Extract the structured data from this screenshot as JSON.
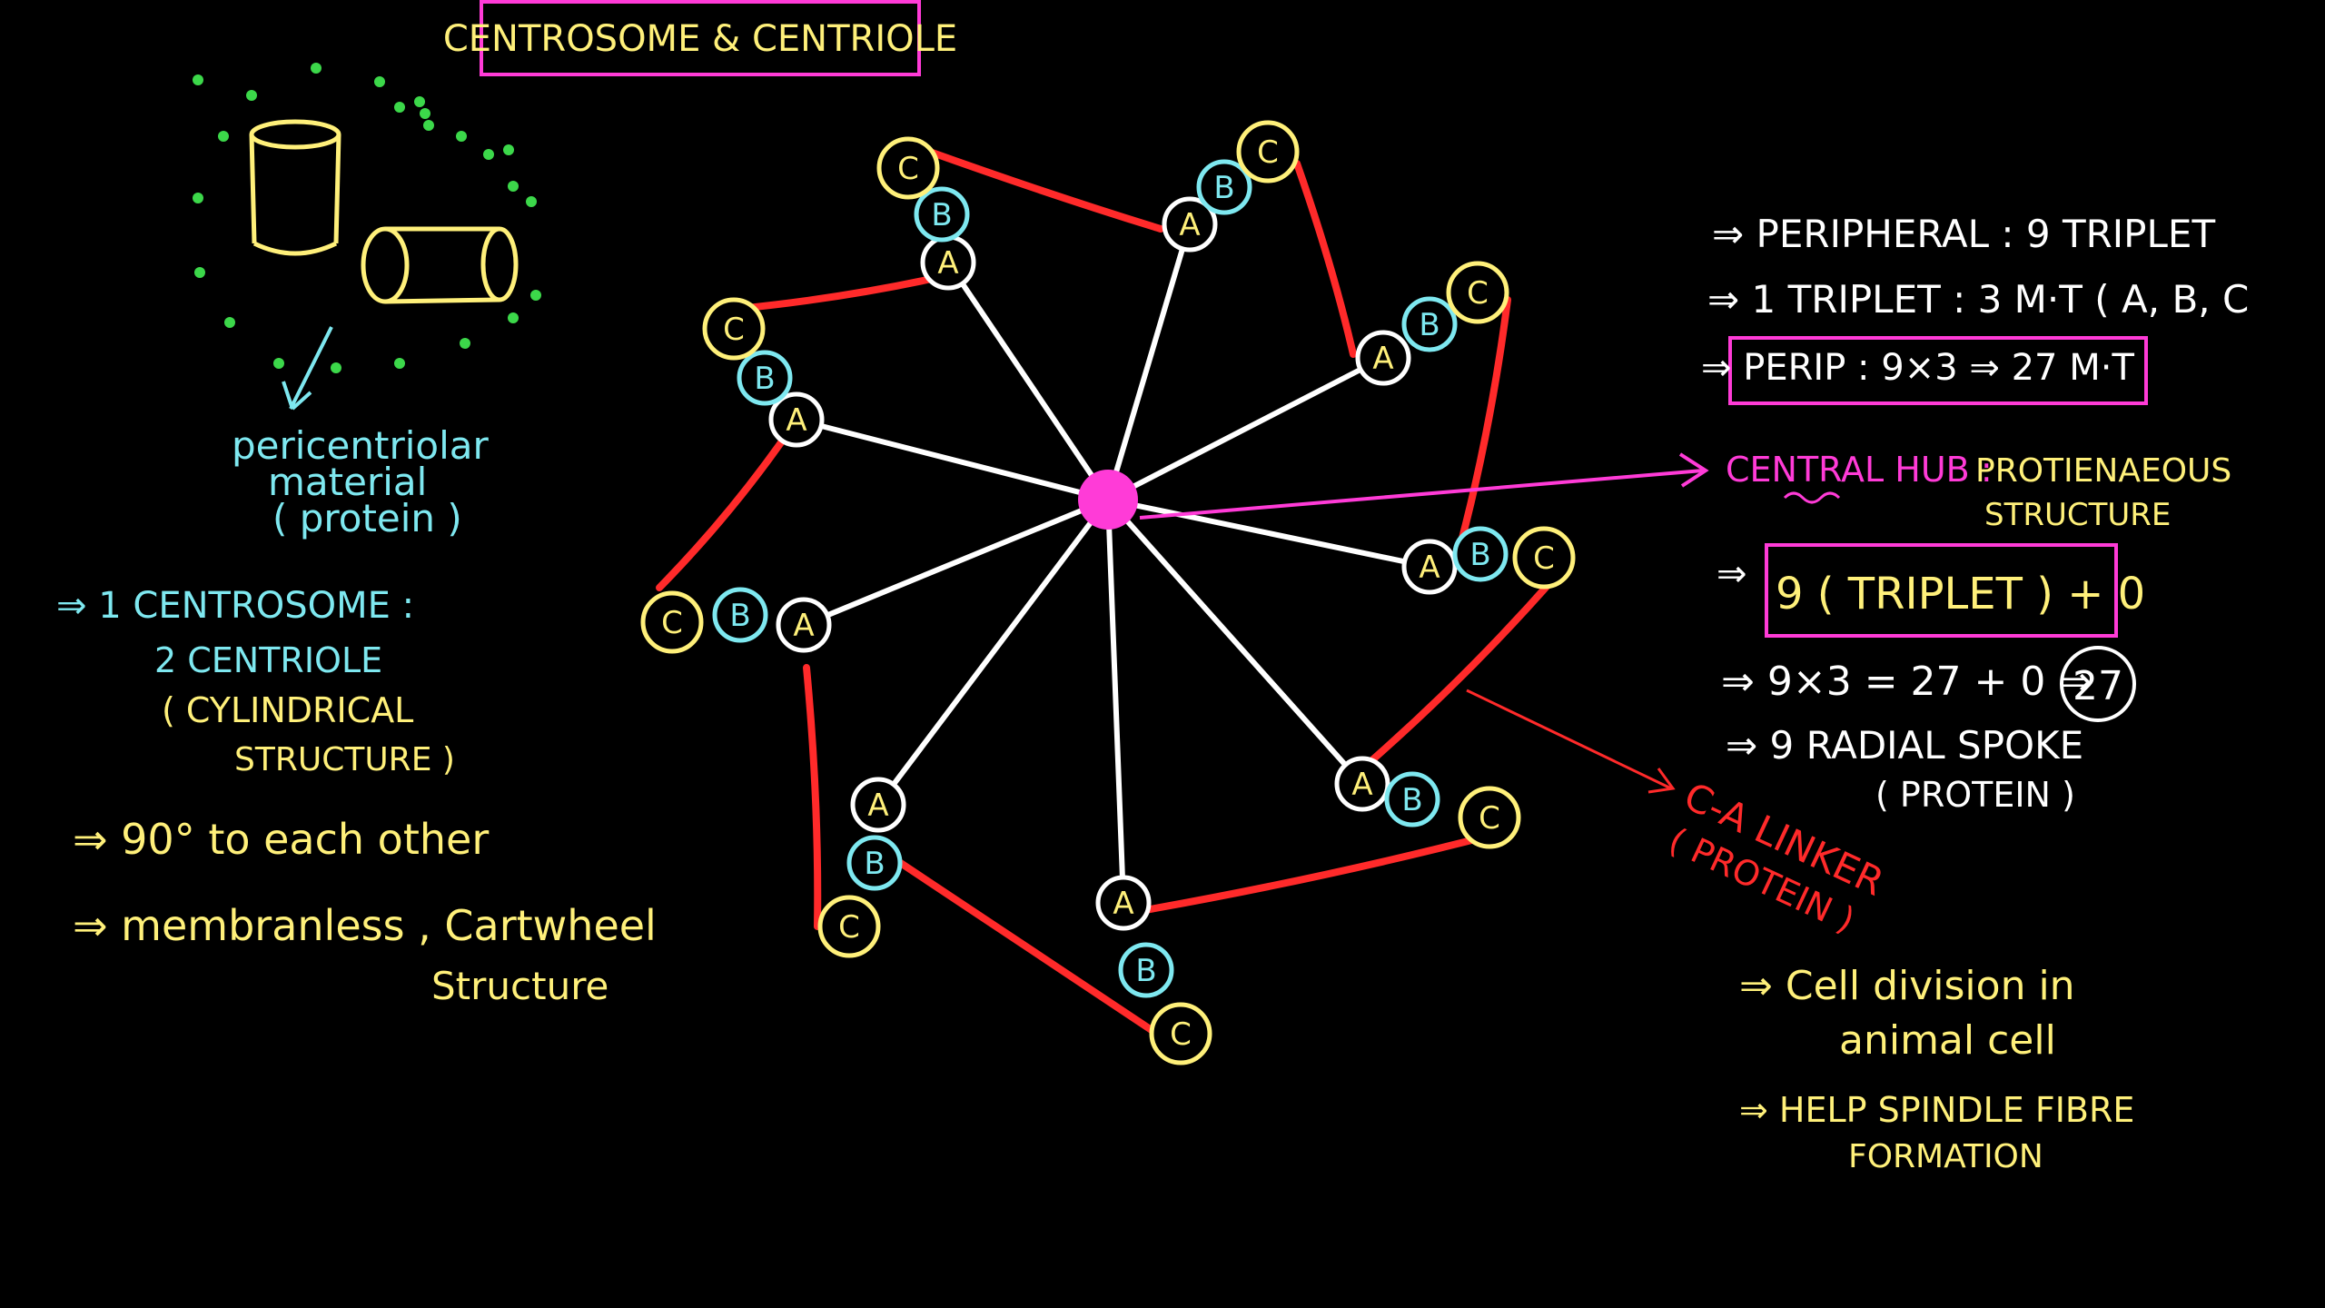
{
  "title": "CENTROSOME & CENTRIOLE",
  "colors": {
    "pink": "#ff3bd7",
    "yellow": "#fff07a",
    "cyan": "#7ee8f0",
    "green": "#3cd84a",
    "red": "#ff2a2a",
    "white": "#ffffff",
    "background": "#000000"
  },
  "left": {
    "pcm_label": [
      "pericentriolar",
      "material",
      "( protein )"
    ],
    "notes": [
      "⇒ 1 CENTROSOME :",
      "2 CENTRIOLE",
      "( CYLINDRICAL",
      "STRUCTURE )",
      "⇒ 90° to each other",
      "⇒ membranless , Cartwheel",
      "Structure"
    ]
  },
  "right": {
    "peripheral": "⇒ PERIPHERAL : 9 TRIPLET",
    "triplet": "⇒ 1 TRIPLET : 3 M·T ( A, B, C",
    "perip_boxed": "⇒ PERIP : 9×3 ⇒ 27 M·T",
    "central_hub": "CENTRAL HUB :",
    "proteinaceous": [
      "PROTIENAEOUS",
      "STRUCTURE"
    ],
    "arrow_prefix": "⇒",
    "formula_boxed": "9 ( TRIPLET ) + 0",
    "calc": "⇒ 9×3 = 27 + 0 ⇒",
    "calc_circled": "27",
    "radial": [
      "⇒ 9 RADIAL SPOKE",
      "( PROTEIN )"
    ],
    "linker": [
      "C-A LINKER",
      "( PROTEIN )"
    ],
    "uses": [
      "⇒ Cell division in",
      "animal cell",
      "⇒ HELP SPINDLE FIBRE",
      "FORMATION"
    ]
  },
  "triplet_letters": [
    "A",
    "B",
    "C"
  ]
}
